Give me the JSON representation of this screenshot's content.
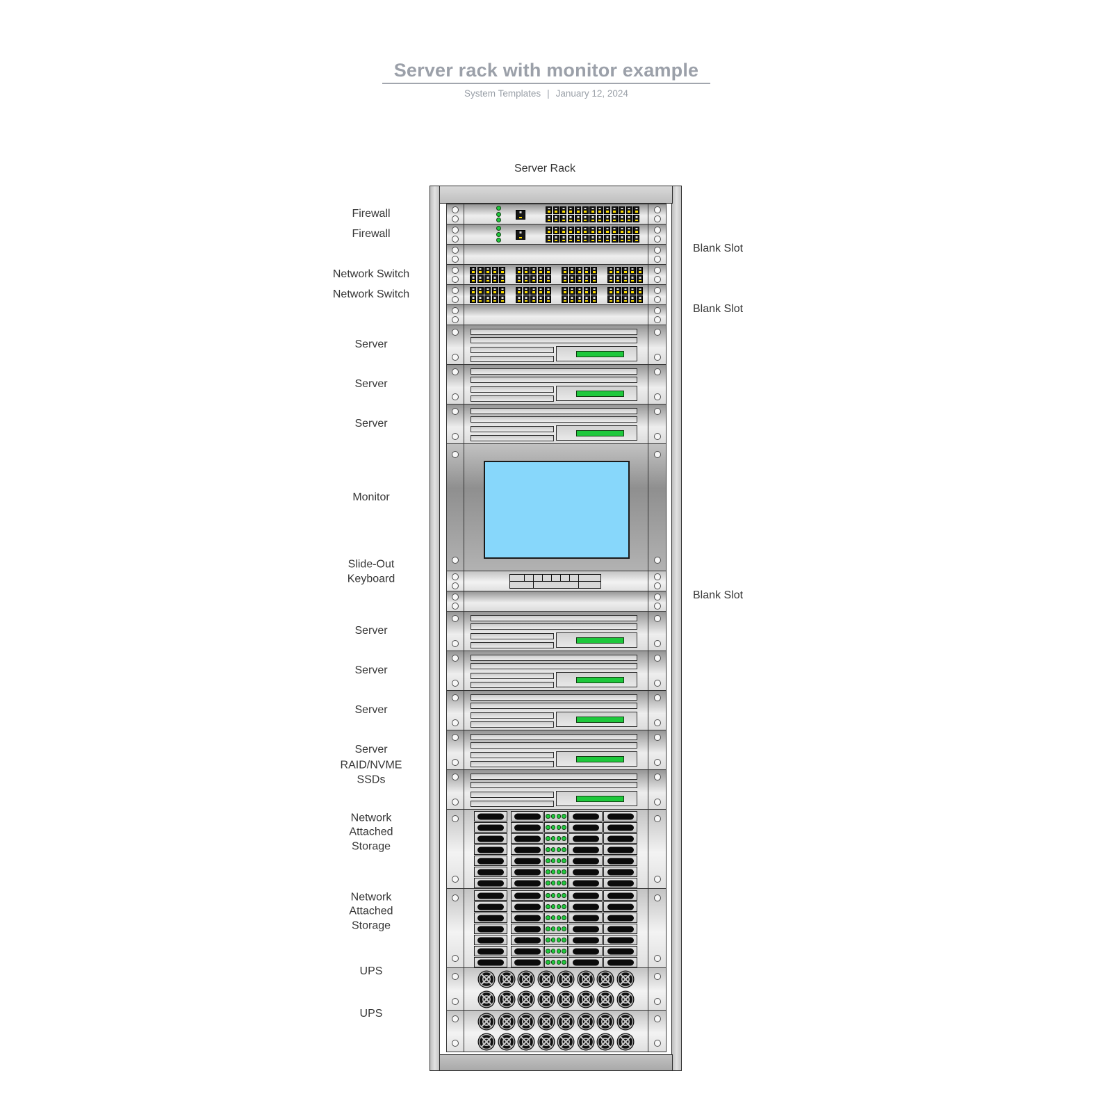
{
  "header": {
    "title": "Server rack with monitor example",
    "subtitle": {
      "source": "System Templates",
      "separator": "|",
      "date": "January 12, 2024"
    }
  },
  "rack": {
    "title": "Server Rack",
    "slots": [
      {
        "type": "firewall",
        "label": "Firewall",
        "side": "left"
      },
      {
        "type": "firewall",
        "label": "Firewall",
        "side": "left"
      },
      {
        "type": "blank",
        "label": "Blank Slot",
        "side": "right"
      },
      {
        "type": "switch",
        "label": "Network Switch",
        "side": "left"
      },
      {
        "type": "switch",
        "label": "Network Switch",
        "side": "left"
      },
      {
        "type": "blank",
        "label": "Blank Slot",
        "side": "right"
      },
      {
        "type": "server",
        "label": "Server",
        "side": "left"
      },
      {
        "type": "server",
        "label": "Server",
        "side": "left"
      },
      {
        "type": "server",
        "label": "Server",
        "side": "left"
      },
      {
        "type": "monitor",
        "label": "Monitor",
        "side": "left"
      },
      {
        "type": "keyboard",
        "label": "Slide-Out\nKeyboard",
        "side": "left"
      },
      {
        "type": "blank",
        "label": "Blank Slot",
        "side": "right"
      },
      {
        "type": "server",
        "label": "Server",
        "side": "left"
      },
      {
        "type": "server",
        "label": "Server",
        "side": "left"
      },
      {
        "type": "server",
        "label": "Server",
        "side": "left"
      },
      {
        "type": "server",
        "label": "Server",
        "side": "left"
      },
      {
        "type": "raid",
        "label": "RAID/NVME\nSSDs",
        "side": "left"
      },
      {
        "type": "nas",
        "label": "Network\nAttached\nStorage",
        "side": "left"
      },
      {
        "type": "nas",
        "label": "Network\nAttached\nStorage",
        "side": "left"
      },
      {
        "type": "ups",
        "label": "UPS",
        "side": "left"
      },
      {
        "type": "ups",
        "label": "UPS",
        "side": "left"
      }
    ],
    "hardware": {
      "firewall": {
        "status_leds": 3,
        "single_ports": 1,
        "bank_port_columns": 13,
        "bank_port_rows": 2
      },
      "switch": {
        "port_groups": 4,
        "group_port_columns": 5,
        "group_port_rows": 2
      },
      "server": {
        "front_slats": 2,
        "drive_slats": 2,
        "status_bars": 1
      },
      "nas": {
        "drive_rows": 7,
        "drives_per_row": 4,
        "leds_per_row": 4
      },
      "ups": {
        "fan_rows": 2,
        "fans_per_row": 8
      },
      "keyboard": {
        "top_row_keys": 8,
        "bottom_row_keys": 3
      }
    },
    "colors": {
      "led_green": "#1ec83c",
      "screen_blue": "#87d7fb",
      "port_yellow": "#ffdf00"
    }
  }
}
